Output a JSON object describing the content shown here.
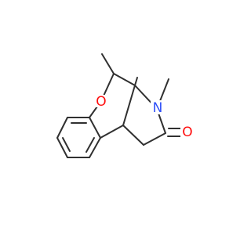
{
  "molecule": {
    "atom_labels": {
      "oxygen_ring": "O",
      "nitrogen": "N",
      "oxygen_carbonyl": "O"
    },
    "colors": {
      "bond": "#303030",
      "oxygen": "#ff0d0d",
      "nitrogen": "#2f50f8",
      "background": "#ffffff"
    }
  }
}
